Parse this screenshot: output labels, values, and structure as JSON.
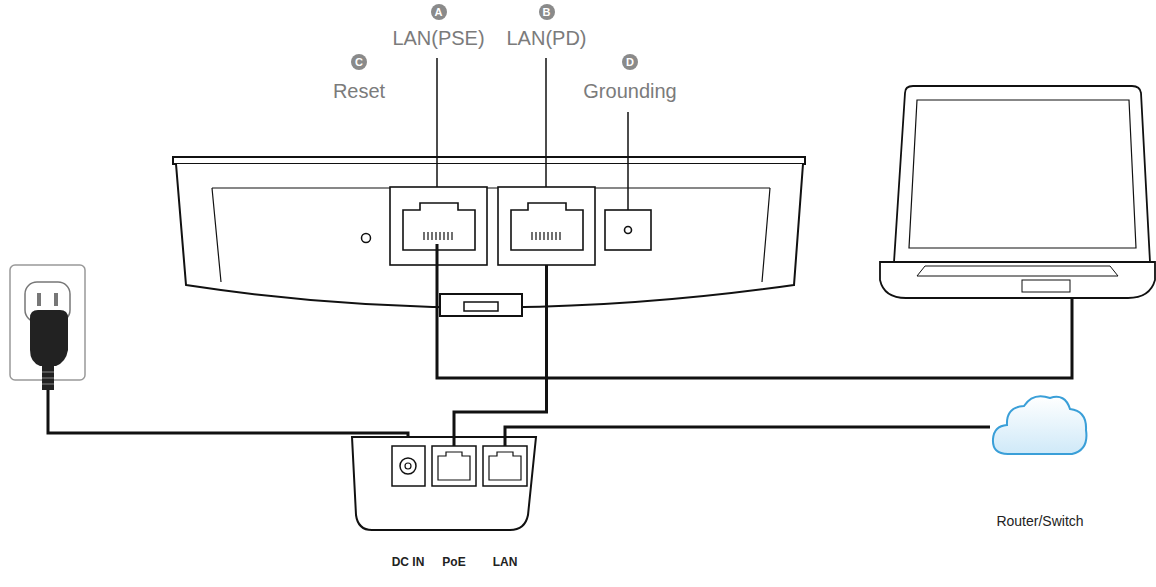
{
  "diagram": {
    "nodes": [
      {
        "text": [
          "C",
          "Reset"
        ]
      },
      {
        "text": [
          "A",
          "LAN(PSE)"
        ]
      },
      {
        "text": [
          "B",
          "LAN(PD)"
        ]
      },
      {
        "text": [
          "D",
          "Grounding"
        ]
      },
      {
        "text": [
          "DC IN"
        ]
      },
      {
        "text": [
          "PoE"
        ]
      },
      {
        "text": [
          "LAN"
        ]
      },
      {
        "text": [
          "Router/Switch"
        ]
      }
    ],
    "edges": [
      {
        "from": 2,
        "to": 5,
        "arrow": "none"
      },
      {
        "from": 6,
        "to": 7,
        "arrow": "none"
      }
    ]
  }
}
